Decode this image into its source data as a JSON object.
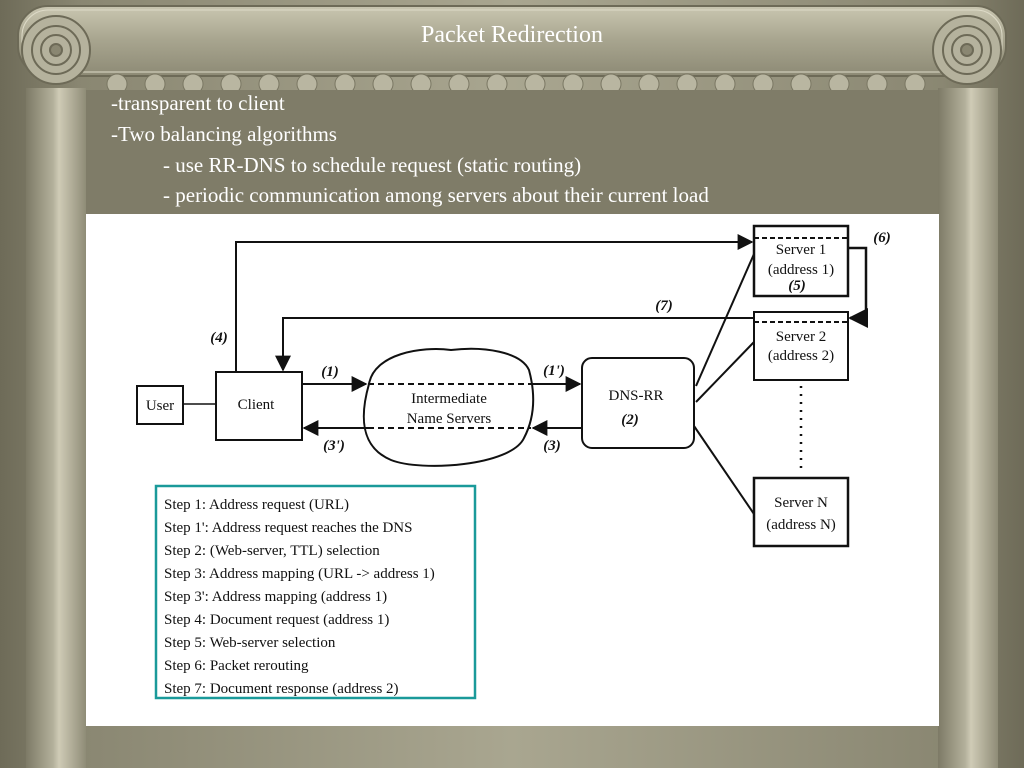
{
  "slide": {
    "title": "Packet Redirection",
    "bullets": [
      "-transparent to client",
      "-Two balancing algorithms",
      "- use RR-DNS to schedule request (static routing)",
      "- periodic communication among servers about their current load"
    ]
  },
  "diagram": {
    "nodes": {
      "user": "User",
      "client": "Client",
      "intermediate_line1": "Intermediate",
      "intermediate_line2": "Name Servers",
      "dns_rr": "DNS-RR",
      "dns_rr_step": "(2)",
      "server1_line1": "Server 1",
      "server1_line2": "(address 1)",
      "server1_step": "(5)",
      "server2_line1": "Server 2",
      "server2_line2": "(address 2)",
      "serverN_line1": "Server N",
      "serverN_line2": "(address N)"
    },
    "labels": {
      "step1": "(1)",
      "step1p": "(1')",
      "step3": "(3)",
      "step3p": "(3')",
      "step4": "(4)",
      "step6": "(6)",
      "step7": "(7)"
    },
    "steps": [
      "Step 1: Address request (URL)",
      "Step 1': Address request reaches the DNS",
      "Step 2: (Web-server, TTL) selection",
      "Step 3: Address mapping (URL -> address 1)",
      "Step 3': Address mapping (address 1)",
      "Step 4: Document request (address 1)",
      "Step 5: Web-server selection",
      "Step 6: Packet rerouting",
      "Step 7: Document response (address 2)"
    ],
    "colors": {
      "legend_border": "#1a9a9a"
    }
  }
}
